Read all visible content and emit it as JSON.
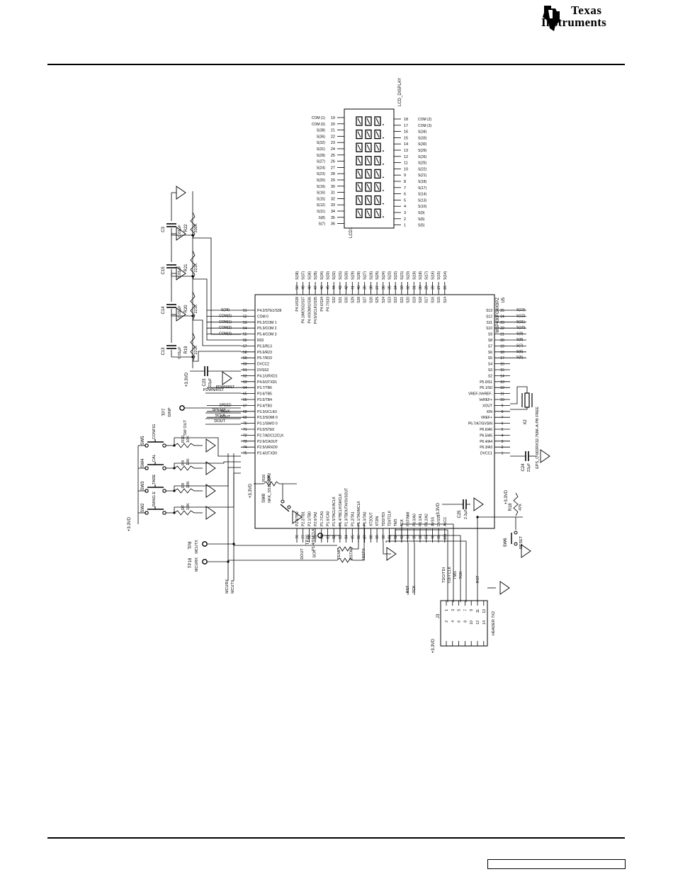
{
  "header": {
    "brand_line1": "Texas",
    "brand_line2": "Instruments"
  },
  "colors": {
    "ink": "#000000",
    "paper": "#ffffff"
  },
  "icons": [
    "ti-logo-icon",
    "switch-icon",
    "resistor-icon",
    "capacitor-icon",
    "ground-icon",
    "test-point-icon",
    "crystal-icon"
  ],
  "lcd": {
    "title": "LCD_DISPLAY",
    "ref": "LCD1",
    "left_pins": [
      {
        "num": "19",
        "net": "COM (1)"
      },
      {
        "num": "20",
        "net": "COM (0)"
      },
      {
        "num": "21",
        "net": "S(38)"
      },
      {
        "num": "22",
        "net": "S(36)"
      },
      {
        "num": "23",
        "net": "S(32)"
      },
      {
        "num": "24",
        "net": "S(31)"
      },
      {
        "num": "25",
        "net": "S(28)"
      },
      {
        "num": "26",
        "net": "S(27)"
      },
      {
        "num": "27",
        "net": "S(24)"
      },
      {
        "num": "28",
        "net": "S(23)"
      },
      {
        "num": "29",
        "net": "S(20)"
      },
      {
        "num": "30",
        "net": "S(19)"
      },
      {
        "num": "31",
        "net": "S(16)"
      },
      {
        "num": "32",
        "net": "S(15)"
      },
      {
        "num": "33",
        "net": "S(12)"
      },
      {
        "num": "34",
        "net": "S(11)"
      },
      {
        "num": "35",
        "net": "S(8)"
      },
      {
        "num": "36",
        "net": "S(7)"
      }
    ],
    "right_pins": [
      {
        "num": "18",
        "net": "COM (2)"
      },
      {
        "num": "17",
        "net": "COM (3)"
      },
      {
        "num": "16",
        "net": "S(34)"
      },
      {
        "num": "15",
        "net": "S(33)"
      },
      {
        "num": "14",
        "net": "S(30)"
      },
      {
        "num": "13",
        "net": "S(29)"
      },
      {
        "num": "12",
        "net": "S(26)"
      },
      {
        "num": "11",
        "net": "S(25)"
      },
      {
        "num": "10",
        "net": "S(22)"
      },
      {
        "num": "9",
        "net": "S(21)"
      },
      {
        "num": "8",
        "net": "S(18)"
      },
      {
        "num": "7",
        "net": "S(17)"
      },
      {
        "num": "6",
        "net": "S(14)"
      },
      {
        "num": "5",
        "net": "S(13)"
      },
      {
        "num": "4",
        "net": "S(10)"
      },
      {
        "num": "3",
        "net": "S(9)"
      },
      {
        "num": "2",
        "net": "S(6)"
      },
      {
        "num": "1",
        "net": "S(5)"
      }
    ]
  },
  "mcu": {
    "ref": "U5",
    "part": "MSP430FG4X9PZ",
    "top_pins": [
      {
        "num": "50",
        "name": "P4.0/S38",
        "net": "S(38)"
      },
      {
        "num": "49",
        "name": "P4.1/MOSI1/S37",
        "net": "S(37)"
      },
      {
        "num": "48",
        "name": "P4.4/SOMI1/S36",
        "net": "S(36)"
      },
      {
        "num": "47",
        "name": "P4.5/UCLK1/S35",
        "net": "S(35)"
      },
      {
        "num": "46",
        "name": "P4.6/S34",
        "net": "S(34)"
      },
      {
        "num": "45",
        "name": "P4.7/S33",
        "net": "S(33)"
      },
      {
        "num": "44",
        "name": "S32",
        "net": "S(32)"
      },
      {
        "num": "43",
        "name": "S31",
        "net": "S(31)"
      },
      {
        "num": "42",
        "name": "S30",
        "net": "S(30)"
      },
      {
        "num": "41",
        "name": "S29",
        "net": "S(29)"
      },
      {
        "num": "40",
        "name": "S28",
        "net": "S(28)"
      },
      {
        "num": "39",
        "name": "S27",
        "net": "S(27)"
      },
      {
        "num": "38",
        "name": "S26",
        "net": "S(26)"
      },
      {
        "num": "37",
        "name": "S25",
        "net": "S(25)"
      },
      {
        "num": "36",
        "name": "S24",
        "net": "S(24)"
      },
      {
        "num": "35",
        "name": "S23",
        "net": "S(23)"
      },
      {
        "num": "34",
        "name": "S22",
        "net": "S(22)"
      },
      {
        "num": "33",
        "name": "S21",
        "net": "S(21)"
      },
      {
        "num": "32",
        "name": "S20",
        "net": "S(20)"
      },
      {
        "num": "31",
        "name": "S19",
        "net": "S(19)"
      },
      {
        "num": "30",
        "name": "S18",
        "net": "S(18)"
      },
      {
        "num": "29",
        "name": "S17",
        "net": "S(17)"
      },
      {
        "num": "28",
        "name": "S16",
        "net": "S(16)"
      },
      {
        "num": "27",
        "name": "S15",
        "net": "S(15)"
      },
      {
        "num": "26",
        "name": "S14",
        "net": "S(14)"
      }
    ],
    "left_pins": [
      {
        "num": "51",
        "name": "P4.2/STE1/S39",
        "net": "S(39)"
      },
      {
        "num": "52",
        "name": "COM 0",
        "net": "COM(0)"
      },
      {
        "num": "53",
        "name": "P5.2/COM 1",
        "net": "COM(1)"
      },
      {
        "num": "54",
        "name": "P5.3/COM 2",
        "net": "COM(2)"
      },
      {
        "num": "55",
        "name": "P5.4/COM 3",
        "net": "COM(3)"
      },
      {
        "num": "56",
        "name": "R03",
        "net": ""
      },
      {
        "num": "57",
        "name": "P5.5/R13",
        "net": ""
      },
      {
        "num": "58",
        "name": "P5.6/R23",
        "net": ""
      },
      {
        "num": "59",
        "name": "P5.7/R33",
        "net": ""
      },
      {
        "num": "60",
        "name": "DVCC2",
        "net": ""
      },
      {
        "num": "61",
        "name": "DVSS2",
        "net": ""
      },
      {
        "num": "62",
        "name": "P4.1/URXD1",
        "net": ""
      },
      {
        "num": "63",
        "name": "P4.0/UTXD1",
        "net": ""
      },
      {
        "num": "64",
        "name": "P3.7/TB6",
        "net": "PDWN/RST"
      },
      {
        "num": "65",
        "name": "P3.6/TB5",
        "net": ""
      },
      {
        "num": "66",
        "name": "P3.5/TB4",
        "net": ""
      },
      {
        "num": "67",
        "name": "P3.4/TB3",
        "net": "SPEED"
      },
      {
        "num": "68",
        "name": "P3.3/UCLK0",
        "net": "SCLK"
      },
      {
        "num": "69",
        "name": "P3.2/SOMI 0",
        "net": "DOUT"
      },
      {
        "num": "70",
        "name": "P3.1/SIMO 0",
        "net": ""
      },
      {
        "num": "71",
        "name": "P3.0/STE0",
        "net": ""
      },
      {
        "num": "72",
        "name": "P2.7/ADC12CLK",
        "net": ""
      },
      {
        "num": "73",
        "name": "P2.6/CAOUT",
        "net": ""
      },
      {
        "num": "74",
        "name": "P2.5/URXD0",
        "net": ""
      },
      {
        "num": "75",
        "name": "P2.4/UTXD0",
        "net": ""
      }
    ],
    "right_pins": [
      {
        "num": "25",
        "name": "S13",
        "net": "S(13)"
      },
      {
        "num": "24",
        "name": "S12",
        "net": "S(12)"
      },
      {
        "num": "23",
        "name": "S11",
        "net": "S(11)"
      },
      {
        "num": "22",
        "name": "S10",
        "net": "S(10)"
      },
      {
        "num": "21",
        "name": "S9",
        "net": "S(9)"
      },
      {
        "num": "20",
        "name": "S8",
        "net": "S(8)"
      },
      {
        "num": "19",
        "name": "S7",
        "net": "S(7)"
      },
      {
        "num": "18",
        "name": "S6",
        "net": "S(6)"
      },
      {
        "num": "17",
        "name": "S5",
        "net": "S(5)"
      },
      {
        "num": "16",
        "name": "S4",
        "net": ""
      },
      {
        "num": "15",
        "name": "S3",
        "net": ""
      },
      {
        "num": "14",
        "name": "S2",
        "net": ""
      },
      {
        "num": "13",
        "name": "P5.0/S1",
        "net": ""
      },
      {
        "num": "12",
        "name": "P5.1/S0",
        "net": ""
      },
      {
        "num": "11",
        "name": "VREF-/VeREF-",
        "net": ""
      },
      {
        "num": "10",
        "name": "VeREF+",
        "net": ""
      },
      {
        "num": "9",
        "name": "XOUT",
        "net": ""
      },
      {
        "num": "8",
        "name": "XIN",
        "net": ""
      },
      {
        "num": "7",
        "name": "VREF+",
        "net": ""
      },
      {
        "num": "6",
        "name": "P6.7/A7/SVSIN",
        "net": ""
      },
      {
        "num": "5",
        "name": "P6.6/A6",
        "net": ""
      },
      {
        "num": "4",
        "name": "P6.5/A5",
        "net": ""
      },
      {
        "num": "3",
        "name": "P6.4/A4",
        "net": ""
      },
      {
        "num": "2",
        "name": "P6.3/A3",
        "net": ""
      },
      {
        "num": "1",
        "name": "DVCC1",
        "net": ""
      }
    ],
    "bottom_pins": [
      {
        "num": "76",
        "name": "P2.3/TB2"
      },
      {
        "num": "77",
        "name": "P2.2/TB1"
      },
      {
        "num": "78",
        "name": "P2.1/TB0"
      },
      {
        "num": "79",
        "name": "P2.0/TA2"
      },
      {
        "num": "80",
        "name": "P1.7/CA1"
      },
      {
        "num": "81",
        "name": "P1.6/CA0"
      },
      {
        "num": "82",
        "name": "P1.5/TACLK/ACLK"
      },
      {
        "num": "83",
        "name": "P1.4/TBCLK/SMCLK"
      },
      {
        "num": "84",
        "name": "P1.3/TBOUTH/SVSOUT"
      },
      {
        "num": "85",
        "name": "P1.2/TA1"
      },
      {
        "num": "86",
        "name": "P1.1/TA0/MCLK"
      },
      {
        "num": "87",
        "name": "P1.0/TA0"
      },
      {
        "num": "88",
        "name": "XT2OUT"
      },
      {
        "num": "89",
        "name": "XT2IN"
      },
      {
        "num": "90",
        "name": "TDO/TDI"
      },
      {
        "num": "91",
        "name": "TDI/TCLK"
      },
      {
        "num": "92",
        "name": "TMS"
      },
      {
        "num": "93",
        "name": "TCK"
      },
      {
        "num": "94",
        "name": "RST/NMI"
      },
      {
        "num": "95",
        "name": "P6.0/A0"
      },
      {
        "num": "96",
        "name": "P6.1/A1"
      },
      {
        "num": "97",
        "name": "P6.2/A2"
      },
      {
        "num": "98",
        "name": "AVSS"
      },
      {
        "num": "99",
        "name": "DVSS1"
      },
      {
        "num": "100",
        "name": "AVCC"
      }
    ],
    "bottom_nets": [
      "DOUT",
      "SCK",
      "",
      "TEMP",
      "ISSTAK",
      "ISSTX"
    ]
  },
  "bias": {
    "caps": [
      {
        "ref": "C3",
        "value": "0.01µF"
      },
      {
        "ref": "C15",
        "value": "0.01µF"
      },
      {
        "ref": "C14",
        "value": "0.01µF"
      },
      {
        "ref": "C13",
        "value": "0.01µF"
      }
    ],
    "resistors": [
      {
        "ref": "R22",
        "value": "200K"
      },
      {
        "ref": "R21",
        "value": "221K"
      },
      {
        "ref": "R20",
        "value": "221K"
      },
      {
        "ref": "R19",
        "value": "221K"
      }
    ]
  },
  "parts": {
    "c23": {
      "ref": "C23",
      "value": "22µF"
    },
    "v33": "+3.3VD",
    "tp7": {
      "ref": "TP7",
      "label": "DINP"
    },
    "swout": "SW OUT",
    "pdwn": "PDWN/RST",
    "speed": "SPEED",
    "sclk": "SCLK",
    "dout": "DOUT",
    "switches": [
      {
        "ref": "SW5",
        "label": "CONFIG"
      },
      {
        "ref": "SW4",
        "label": "CAL"
      },
      {
        "ref": "SW3",
        "label": "TARE"
      },
      {
        "ref": "SW2",
        "label": "RANG E"
      }
    ],
    "sw_res": [
      {
        "ref": "R10",
        "value": "10K"
      },
      {
        "ref": "R9",
        "value": "10K"
      },
      {
        "ref": "R8",
        "value": "10K"
      },
      {
        "ref": "R7",
        "value": "10K"
      }
    ],
    "r16": {
      "ref": "R16",
      "value": "10K"
    },
    "sw8": {
      "ref": "SW8",
      "label": "NKK_SS12SDP2"
    },
    "tp20": {
      "ref": "TP20",
      "label": "P1.4/SMCLK"
    },
    "tp8": {
      "ref": "TP8",
      "label": "MCUTX"
    },
    "tp18": {
      "ref": "TP18",
      "label": "MCURX"
    },
    "mcurx": "MCURX",
    "mcutx": "MCUTX",
    "x2": {
      "ref": "X2",
      "label": "EPS_C-002RX32.768K-A:PB FREE"
    },
    "c24": {
      "ref": "C24",
      "value": "22µF"
    },
    "c25": {
      "ref": "C25",
      "value": "2.2µF"
    },
    "r18": {
      "ref": "R18",
      "value": "47K"
    },
    "sw6": {
      "ref": "SW6",
      "label": "RESET"
    },
    "rst": "RST",
    "tck": "TCK",
    "rst2": "RST",
    "jtag_nets": [
      "TDO/TDI",
      "TDI/TCLK",
      "TMS",
      "TCK"
    ],
    "j3": {
      "ref": "J3",
      "label": "HEADER 7X2",
      "odd": [
        "1",
        "3",
        "5",
        "7",
        "9",
        "11",
        "13"
      ],
      "even": [
        "2",
        "4",
        "6",
        "8",
        "10",
        "12",
        "14"
      ]
    }
  }
}
